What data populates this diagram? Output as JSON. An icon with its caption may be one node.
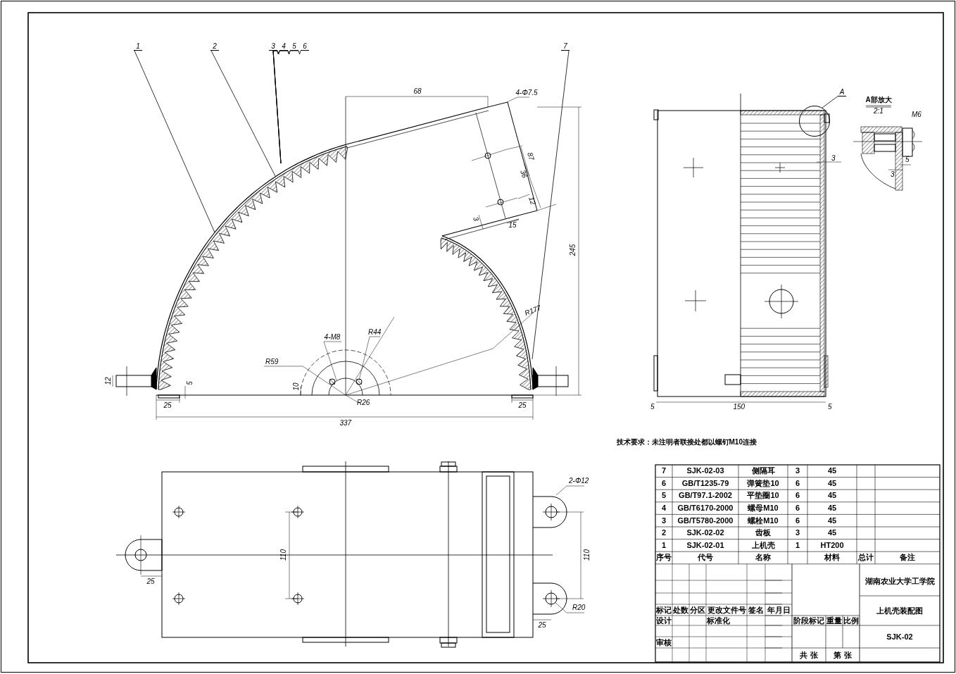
{
  "diagram": {
    "nodes": [
      {
        "text": [
          "1"
        ]
      },
      {
        "text": [
          "2"
        ]
      },
      {
        "text": [
          "3"
        ]
      },
      {
        "text": [
          "4"
        ]
      },
      {
        "text": [
          "5"
        ]
      },
      {
        "text": [
          "6"
        ]
      },
      {
        "text": [
          "7"
        ]
      },
      {
        "text": [
          "A"
        ]
      },
      {
        "text": [],
        "shape": "circle"
      }
    ],
    "edges": [
      {
        "from": 0,
        "to": null,
        "arrow": "none"
      },
      {
        "from": 1,
        "to": null,
        "arrow": "none"
      },
      {
        "from": 2,
        "to": null,
        "arrow": "none"
      },
      {
        "from": 3,
        "to": null,
        "arrow": "none"
      },
      {
        "from": 4,
        "to": null,
        "arrow": "none"
      },
      {
        "from": 5,
        "to": null,
        "arrow": "none"
      },
      {
        "from": 6,
        "to": null,
        "arrow": "none"
      },
      {
        "from": 7,
        "to": 8,
        "arrow": "none"
      }
    ],
    "labels": [
      "A部放大",
      "68",
      "4-Φ7.5",
      "2:1",
      "M6",
      "87",
      "3",
      "5",
      "3",
      "36",
      "12",
      "3",
      "15",
      "245",
      "R177",
      "4-M8",
      "R44",
      "R59",
      "10",
      "12",
      "5",
      "R26",
      "25",
      "25",
      "5",
      "150",
      "5",
      "337",
      "2-Φ12",
      "110",
      "110",
      "技术要求：未注明者联接处都以螺钉M10连接",
      "25",
      "R20",
      "25",
      "7",
      "SJK-02-03",
      "侧隔耳",
      "3",
      "45",
      "6",
      "GB/T1235-79",
      "弹簧垫10",
      "6",
      "45",
      "5",
      "GB/T97.1-2002",
      "平垫圈10",
      "6",
      "45",
      "4",
      "GB/T6170-2000",
      "螺母M10",
      "6",
      "45",
      "3",
      "GB/T5780-2000",
      "螺栓M10",
      "6",
      "45",
      "2",
      "SJK-02-02",
      "齿板",
      "3",
      "45",
      "1",
      "SJK-02-01",
      "上机壳",
      "1",
      "HT200",
      "序号",
      "代号",
      "名称",
      "材料",
      "总计",
      "备注",
      "湖南农业大学工学院",
      "标记",
      "处数",
      "分区",
      "更改文件号",
      "签名",
      "年月日",
      "上机壳装配图",
      "设计",
      "标准化",
      "阶段标记",
      "重量",
      "比例",
      "SJK-02",
      "审核",
      "共 张",
      "第 张"
    ]
  }
}
